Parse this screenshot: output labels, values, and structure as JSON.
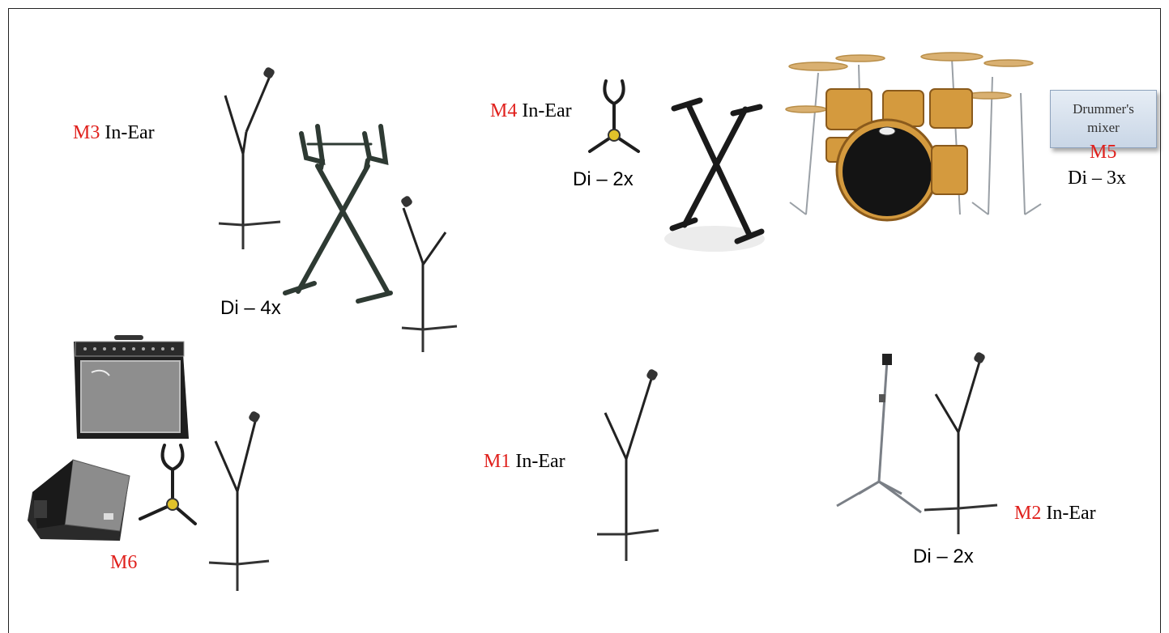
{
  "monitors": [
    {
      "id": "M3",
      "type": "In-Ear"
    },
    {
      "id": "M4",
      "type": "In-Ear"
    },
    {
      "id": "M5"
    },
    {
      "id": "M1",
      "type": "In-Ear"
    },
    {
      "id": "M2",
      "type": "In-Ear"
    },
    {
      "id": "M6"
    }
  ],
  "di": {
    "keyboards": "Di – 4x",
    "center": "Di – 2x",
    "drums": "Di – 3x",
    "right": "Di – 2x"
  },
  "mixer": {
    "line1": "Drummer's",
    "line2": "mixer"
  },
  "colors": {
    "monitor_label": "#e0201c",
    "text": "#000000",
    "mixer_fill": "#d4dfec",
    "mixer_border": "#8fa3bd"
  },
  "icons": [
    "mic-stand-icon",
    "keyboard-x-stand-icon",
    "drum-kit-icon",
    "guitar-amp-icon",
    "floor-wedge-monitor-icon",
    "guitar-stand-icon",
    "cymbal-stand-icon"
  ]
}
